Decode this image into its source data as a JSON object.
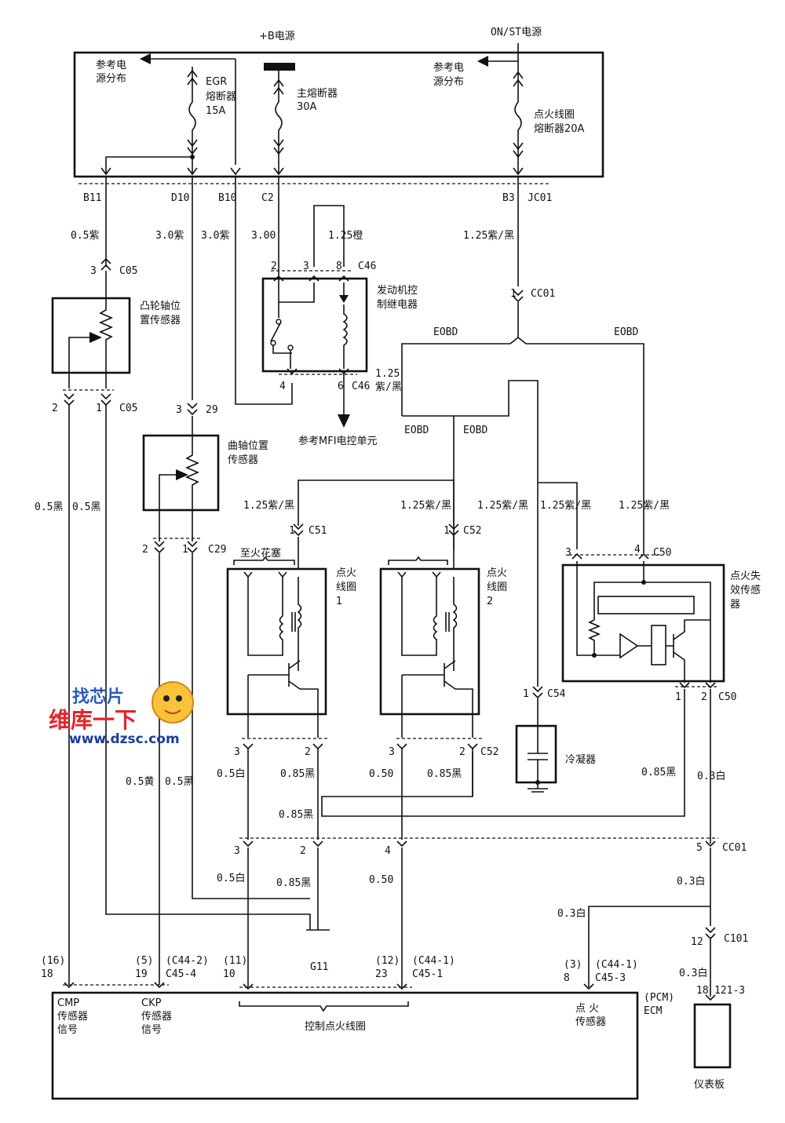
{
  "power": {
    "b_power": "+B电源",
    "on_st_power": "ON/ST电源",
    "ref_power_left": [
      "参考电",
      "源分布"
    ],
    "ref_power_right": [
      "参考电",
      "源分布"
    ],
    "egr_fuse": [
      "EGR",
      "熔断器",
      "15A"
    ],
    "main_fuse": [
      "主熔断器",
      "30A"
    ],
    "coil_fuse": [
      "点火线圈",
      "熔断器20A"
    ]
  },
  "pins": {
    "b11": "B11",
    "d10": "D10",
    "b10": "B10",
    "c2": "C2",
    "b3": "B3",
    "jc01": "JC01"
  },
  "wires": {
    "w_05_purple": "0.5紫",
    "w_30_purple_a": "3.0紫",
    "w_30_purple_b": "3.0紫",
    "w_300": "3.00",
    "w_125_orange": "1.25橙",
    "w_125_pb_top": "1.25紫/黑",
    "w_125_pb_c46": [
      "1.25",
      "紫/黑"
    ],
    "w_125_pb_1": "1.25紫/黑",
    "w_125_pb_2": "1.25紫/黑",
    "w_125_pb_3": "1.25紫/黑",
    "w_125_pb_4": "1.25紫/黑",
    "w_125_pb_5": "1.25紫/黑",
    "w_05_black_a": "0.5黑",
    "w_05_black_b": "0.5黑",
    "w_05_yellow": "0.5黄",
    "w_05_black_c": "0.5黑",
    "w_05_white_a": "0.5白",
    "w_085_black_a": "0.85黑",
    "w_050_a": "0.50",
    "w_085_black_b": "0.85黑",
    "w_085_black_c": "0.85黑",
    "w_03_white_a": "0.3白",
    "w_085_black_mid": "0.85黑",
    "w_05_white_b": "0.5白",
    "w_085_black_d": "0.85黑",
    "w_050_b": "0.50",
    "w_03_white_b": "0.3白",
    "w_03_white_c": "0.3白",
    "w_03_white_d": "0.3白"
  },
  "connectors": {
    "c05_top": "C05",
    "c05_top_pin": "3",
    "c05_bot": "C05",
    "c05_pin2": "2",
    "c05_pin1": "1",
    "c46_top": "C46",
    "c46_p2": "2",
    "c46_p3": "3",
    "c46_p8": "8",
    "c46_p4": "4",
    "c46_p6": "6",
    "c46_bot": "C46",
    "cc01_top": "CC01",
    "cc01_top_pin": "1",
    "c29_p3": "3",
    "c29_top": "29",
    "c29_p2": "2",
    "c29_p1": "1",
    "c29_bot": "C29",
    "c51": "C51",
    "c51_pin": "1",
    "c52": "C52",
    "c52_pin": "1",
    "c50_top": "C50",
    "c50_p3": "3",
    "c50_p4": "4",
    "c50_bot": "C50",
    "c50_p1": "1",
    "c50_p2": "2",
    "c54": "C54",
    "c54_pin": "1",
    "coil1_p3": "3",
    "coil1_p2": "2",
    "coil2_p3": "3",
    "coil2_p2": "2",
    "c52_bot": "C52",
    "cc01_p3": "3",
    "cc01_p2": "2",
    "cc01_p4": "4",
    "cc01_p5": "5",
    "cc01_bot": "CC01",
    "c101_pin": "12",
    "c101": "C101",
    "ecm_16": "(16)",
    "ecm_18": "18",
    "ecm_5": "(5)",
    "ecm_19": "19",
    "ecm_c44_2": "(C44-2)",
    "ecm_c45_4": "C45-4",
    "ecm_11": "(11)",
    "ecm_10": "10",
    "ecm_12": "(12)",
    "ecm_23": "23",
    "ecm_c44_1a": "(C44-1)",
    "ecm_c45_1": "C45-1",
    "ecm_3": "(3)",
    "ecm_8": "8",
    "ecm_c44_1b": "(C44-1)",
    "ecm_c45_3": "C45-3",
    "panel_pin": "18",
    "panel_conn": "121-3"
  },
  "components": {
    "cmp_sensor": [
      "凸轮轴位",
      "置传感器"
    ],
    "relay": [
      "发动机控",
      "制继电器"
    ],
    "ref_mfi": "参考MFI电控单元",
    "eobd_a": "EOBD",
    "eobd_b": "EOBD",
    "eobd_c": "EOBD",
    "eobd_d": "EOBD",
    "ckp_sensor": [
      "曲轴位置",
      "传感器"
    ],
    "to_spark": "至火花塞",
    "coil1": [
      "点火",
      "线圈",
      "1"
    ],
    "coil2": [
      "点火",
      "线圈",
      "2"
    ],
    "misfire": [
      "点火失",
      "效传感",
      "器"
    ],
    "condenser": "冷凝器",
    "ground": "G11",
    "ecm_cmp": [
      "CMP",
      "传感器",
      "信号"
    ],
    "ecm_ckp": [
      "CKP",
      "传感器",
      "信号"
    ],
    "ecm_control": "控制点火线圈",
    "ecm_ign": [
      "点  火",
      "传感器"
    ],
    "ecm_name": [
      "(PCM)",
      "ECM"
    ],
    "panel": "仪表板"
  },
  "watermark": {
    "top": "找芯片",
    "mid": "维库一下",
    "url": "www.dzsc.com"
  }
}
